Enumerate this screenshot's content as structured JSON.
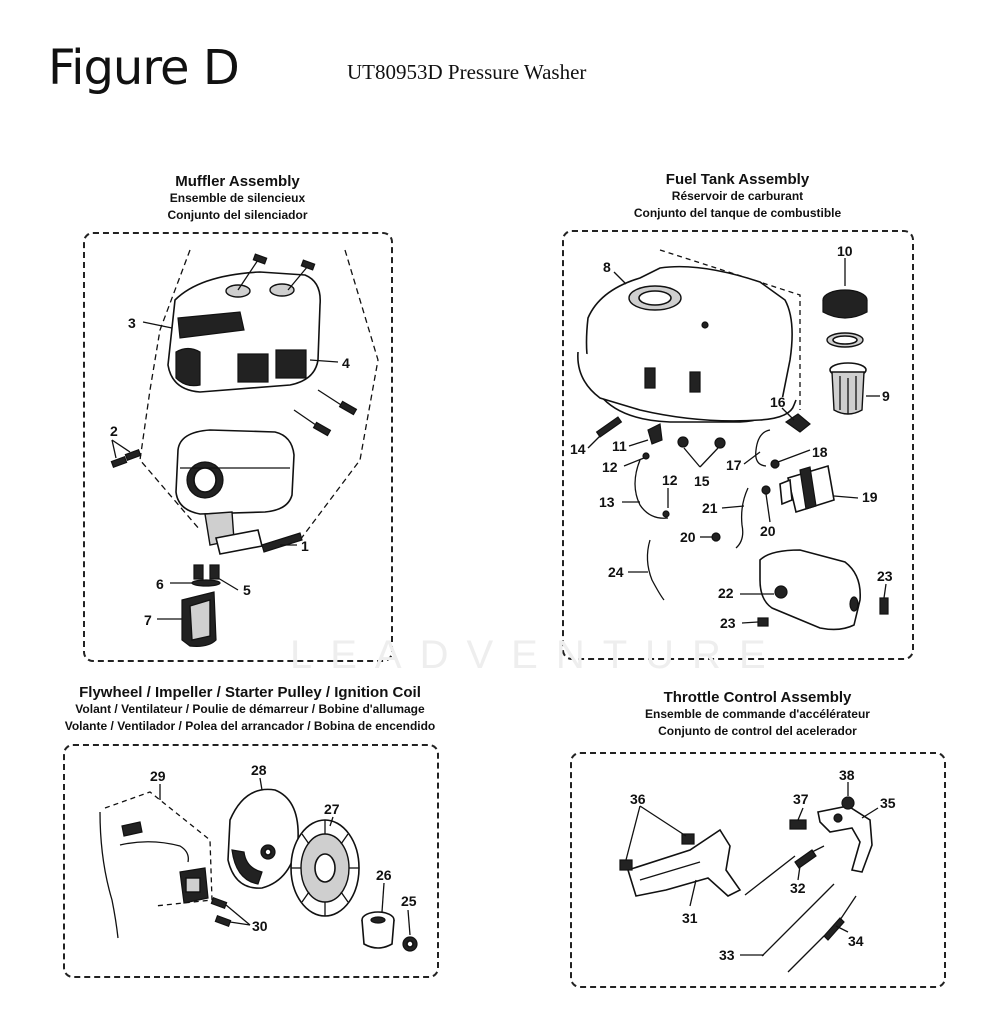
{
  "header": {
    "figure_title": "Figure D",
    "model_subtitle": "UT80953D Pressure Washer"
  },
  "watermark": "LEADVENTURE",
  "sections": {
    "muffler": {
      "title_en": "Muffler Assembly",
      "title_fr": "Ensemble de silencieux",
      "title_es": "Conjunto del silenciador"
    },
    "fuel_tank": {
      "title_en": "Fuel Tank Assembly",
      "title_fr": "Réservoir de carburant",
      "title_es": "Conjunto del tanque de combustible"
    },
    "flywheel": {
      "title_en": "Flywheel / Impeller / Starter Pulley / Ignition Coil",
      "title_fr": "Volant / Ventilateur / Poulie de démarreur / Bobine d'allumage",
      "title_es": "Volante / Ventilador / Polea del arrancador / Bobina de encendido"
    },
    "throttle": {
      "title_en": "Throttle Control Assembly",
      "title_fr": "Ensemble de commande d'accélérateur",
      "title_es": "Conjunto de control del acelerador"
    }
  },
  "callouts": {
    "c1": "1",
    "c2": "2",
    "c3": "3",
    "c4": "4",
    "c5": "5",
    "c6": "6",
    "c7": "7",
    "c8": "8",
    "c9": "9",
    "c10": "10",
    "c11": "11",
    "c12a": "12",
    "c12b": "12",
    "c13": "13",
    "c14": "14",
    "c15": "15",
    "c16": "16",
    "c17": "17",
    "c18": "18",
    "c19": "19",
    "c20a": "20",
    "c20b": "20",
    "c21": "21",
    "c22": "22",
    "c23a": "23",
    "c23b": "23",
    "c24": "24",
    "c25": "25",
    "c26": "26",
    "c27": "27",
    "c28": "28",
    "c29": "29",
    "c30": "30",
    "c31": "31",
    "c32": "32",
    "c33": "33",
    "c34": "34",
    "c35": "35",
    "c36": "36",
    "c37": "37",
    "c38": "38"
  }
}
